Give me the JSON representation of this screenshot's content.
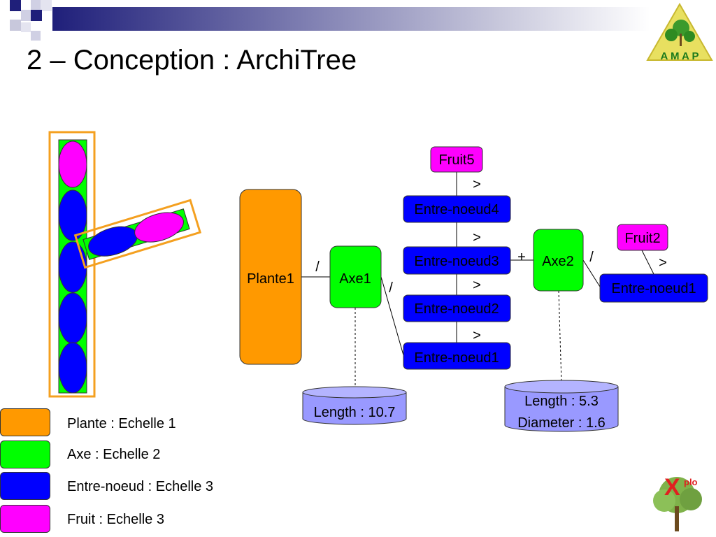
{
  "slide": {
    "title": "2 – Conception : ArchiTree"
  },
  "colors": {
    "scale1": "#FF9900",
    "scale2": "#00FF00",
    "scale3": "#0000FF",
    "fruit": "#FF00FF",
    "attribute": "#9999FF",
    "frame": "#F4A020",
    "header_blue": "#1F1F7A"
  },
  "diagram": {
    "nodes": {
      "plante1": "Plante1",
      "axe1": "Axe1",
      "axe2": "Axe2",
      "fruit5": "Fruit5",
      "fruit2": "Fruit2",
      "en4": "Entre-noeud4",
      "en3": "Entre-noeud3",
      "en2": "Entre-noeud2",
      "en1": "Entre-noeud1",
      "en1b": "Entre-noeud1"
    },
    "symbols": {
      "decompose": "/",
      "succeed": ">",
      "branch": "+"
    },
    "attributes": {
      "axe1_length": "Length : 10.7",
      "axe2_length": "Length : 5.3",
      "axe2_diameter": "Diameter : 1.6"
    }
  },
  "legend": [
    {
      "label": "Plante : Echelle 1",
      "color": "#FF9900"
    },
    {
      "label": "Axe : Echelle 2",
      "color": "#00FF00"
    },
    {
      "label": "Entre-noeud : Echelle 3",
      "color": "#0000FF"
    },
    {
      "label": "Fruit : Echelle 3",
      "color": "#FF00FF"
    }
  ],
  "logos": {
    "amap_text": "A M A P",
    "xplo_text": "plo",
    "xplo_letter": "X"
  }
}
